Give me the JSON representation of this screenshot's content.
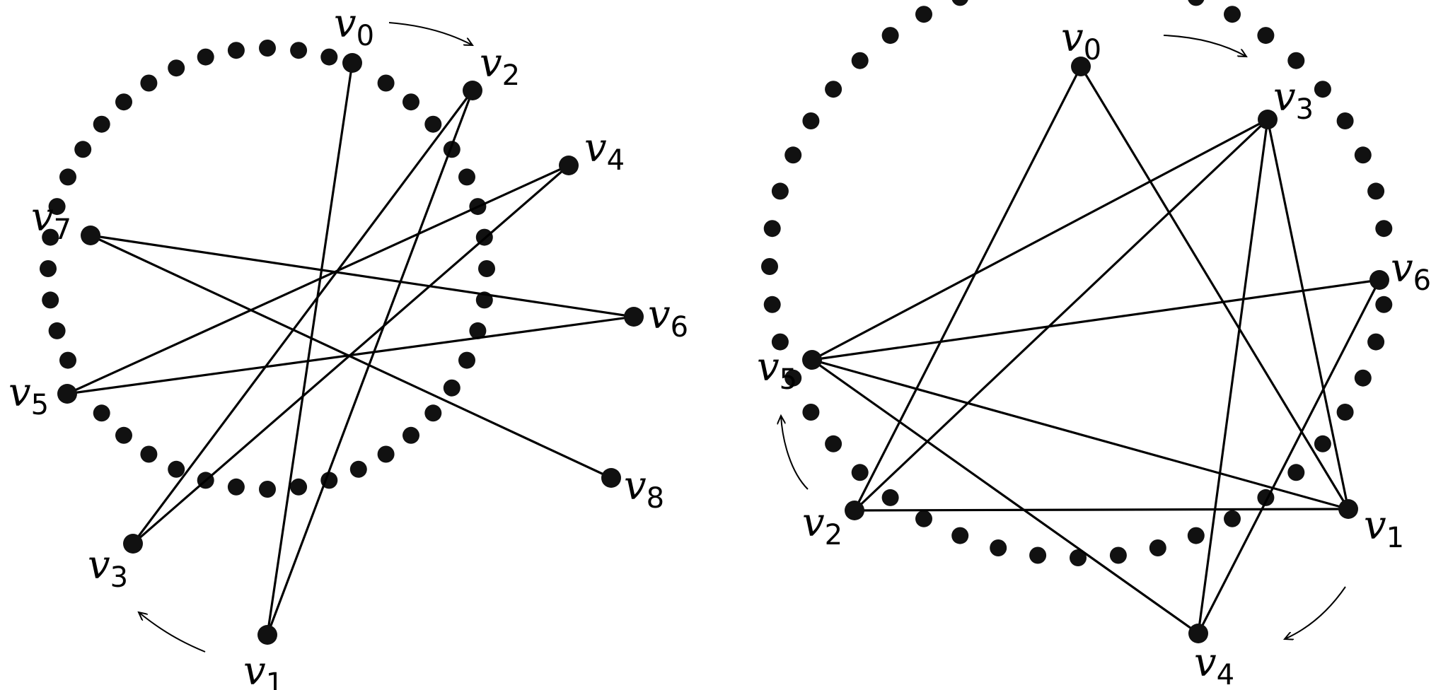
{
  "colors": {
    "ink": "#000000",
    "dot": "#111111",
    "background": "#ffffff"
  },
  "graphs": [
    {
      "name": "left-graph",
      "vertices": [
        {
          "id": "v0",
          "label": "v",
          "sub": "0"
        },
        {
          "id": "v1",
          "label": "v",
          "sub": "1"
        },
        {
          "id": "v2",
          "label": "v",
          "sub": "2"
        },
        {
          "id": "v3",
          "label": "v",
          "sub": "3"
        },
        {
          "id": "v4",
          "label": "v",
          "sub": "4"
        },
        {
          "id": "v5",
          "label": "v",
          "sub": "5"
        },
        {
          "id": "v6",
          "label": "v",
          "sub": "6"
        },
        {
          "id": "v7",
          "label": "v",
          "sub": "7"
        },
        {
          "id": "v8",
          "label": "v",
          "sub": "8"
        }
      ],
      "edges": [
        [
          "v0",
          "v1"
        ],
        [
          "v2",
          "v3"
        ],
        [
          "v2",
          "v1"
        ],
        [
          "v4",
          "v5"
        ],
        [
          "v4",
          "v3"
        ],
        [
          "v7",
          "v6"
        ],
        [
          "v7",
          "v8"
        ],
        [
          "v5",
          "v6"
        ]
      ],
      "arrows": [
        "v0-to-v2-clockwise",
        "v1-toward-v3"
      ]
    },
    {
      "name": "right-graph",
      "vertices": [
        {
          "id": "v0",
          "label": "v",
          "sub": "0"
        },
        {
          "id": "v1",
          "label": "v",
          "sub": "1"
        },
        {
          "id": "v2",
          "label": "v",
          "sub": "2"
        },
        {
          "id": "v3",
          "label": "v",
          "sub": "3"
        },
        {
          "id": "v4",
          "label": "v",
          "sub": "4"
        },
        {
          "id": "v5",
          "label": "v",
          "sub": "5"
        },
        {
          "id": "v6",
          "label": "v",
          "sub": "6"
        }
      ],
      "edges": [
        [
          "v0",
          "v2"
        ],
        [
          "v0",
          "v1"
        ],
        [
          "v3",
          "v5"
        ],
        [
          "v3",
          "v2"
        ],
        [
          "v3",
          "v1"
        ],
        [
          "v3",
          "v4"
        ],
        [
          "v6",
          "v5"
        ],
        [
          "v6",
          "v4"
        ],
        [
          "v5",
          "v1"
        ],
        [
          "v5",
          "v4"
        ],
        [
          "v2",
          "v1"
        ]
      ],
      "arrows": [
        "top-clockwise",
        "v2-toward-v5",
        "v1-toward-v4"
      ]
    }
  ]
}
